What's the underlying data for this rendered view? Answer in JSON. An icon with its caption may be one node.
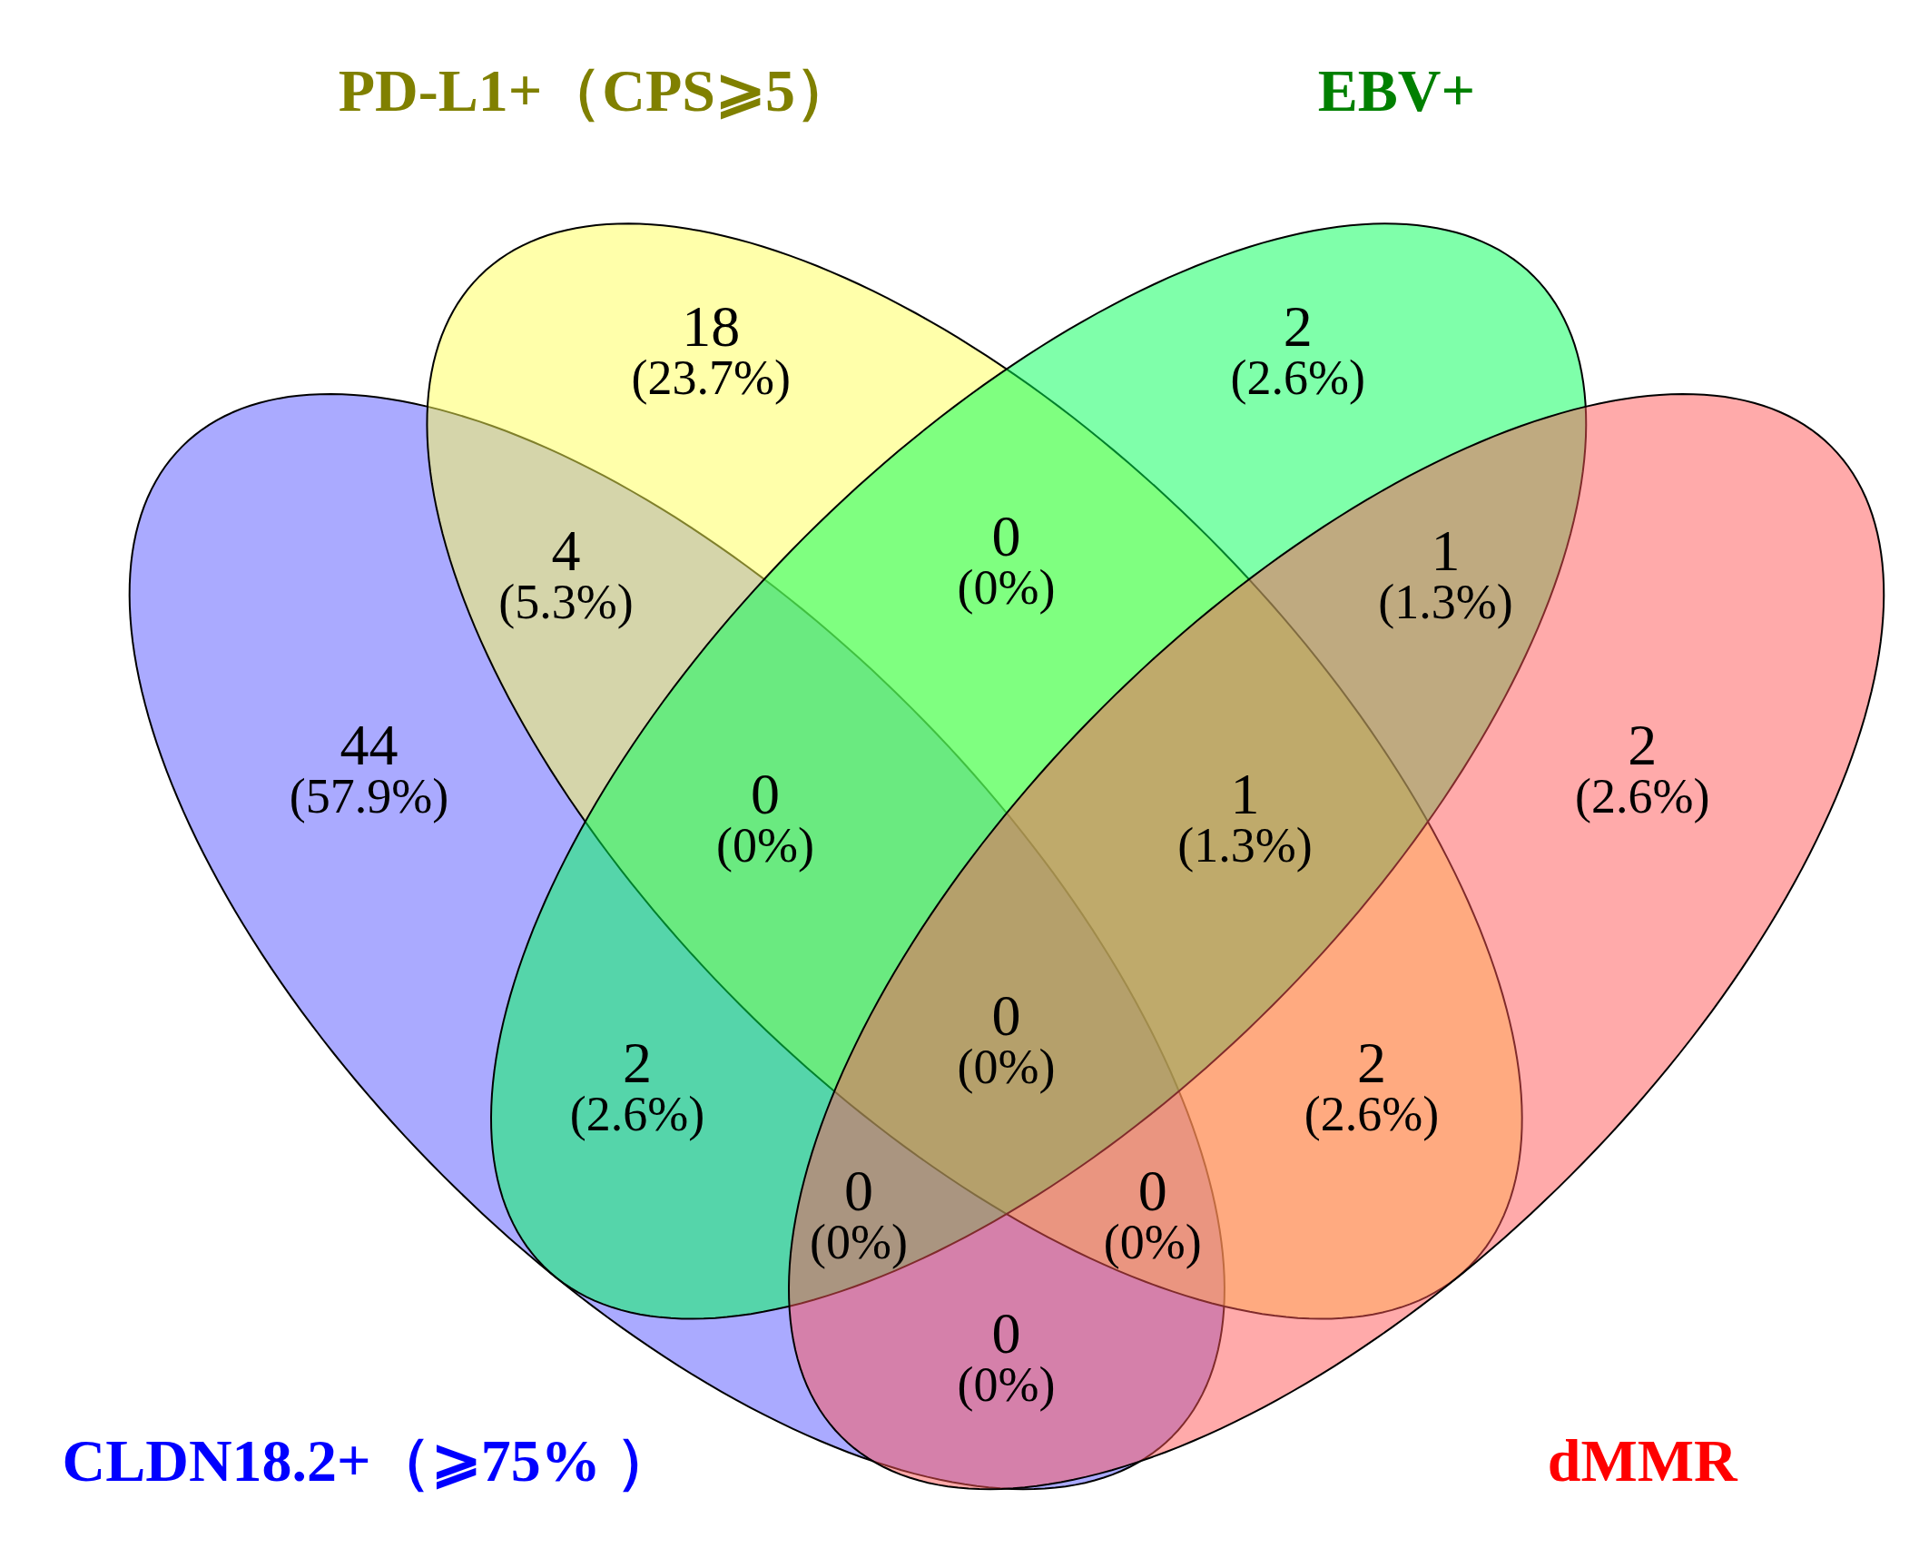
{
  "diagram": {
    "nodes": [
      {
        "text": [
          "PD-L1+（CPS⩾5）"
        ]
      },
      {
        "text": [
          "EBV+"
        ]
      },
      {
        "text": [
          "CLDN18.2+（⩾75% ）"
        ]
      },
      {
        "text": [
          "dMMR"
        ]
      }
    ],
    "labels": [
      "18",
      "(23.7%)",
      "2",
      "(2.6%)",
      "4",
      "(5.3%)",
      "0",
      "(0%)",
      "1",
      "(1.3%)",
      "44",
      "(57.9%)",
      "0",
      "(0%)",
      "1",
      "(1.3%)",
      "2",
      "(2.6%)",
      "2",
      "(2.6%)",
      "0",
      "(0%)",
      "2",
      "(2.6%)",
      "0",
      "(0%)",
      "0",
      "(0%)",
      "0",
      "(0%)"
    ]
  }
}
